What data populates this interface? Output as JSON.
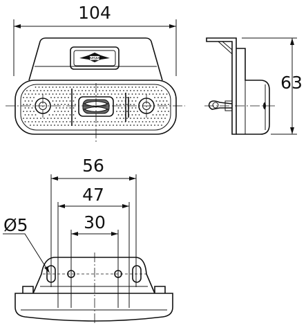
{
  "dimensions": {
    "overall_width": "104",
    "height": "63",
    "hole_spacing_outer": "56",
    "hole_spacing_middle": "47",
    "hole_spacing_inner": "30",
    "hole_diameter": "Ø5"
  }
}
